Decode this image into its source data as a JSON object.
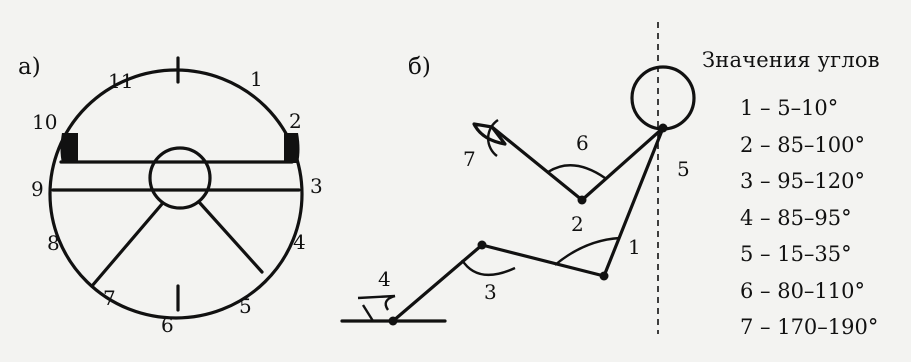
{
  "panel_a": {
    "label": "а)",
    "numbers": [
      "1",
      "2",
      "3",
      "4",
      "5",
      "6",
      "7",
      "8",
      "9",
      "10",
      "11"
    ]
  },
  "panel_b": {
    "label": "б)",
    "numbers": [
      "1",
      "2",
      "3",
      "4",
      "5",
      "6",
      "7"
    ]
  },
  "legend": {
    "title": "Значения углов",
    "items": [
      "1 – 5–10°",
      "2 – 85–100°",
      "3 – 95–120°",
      "4 – 85–95°",
      "5 – 15–35°",
      "6 – 80–110°",
      "7 – 170–190°"
    ]
  }
}
